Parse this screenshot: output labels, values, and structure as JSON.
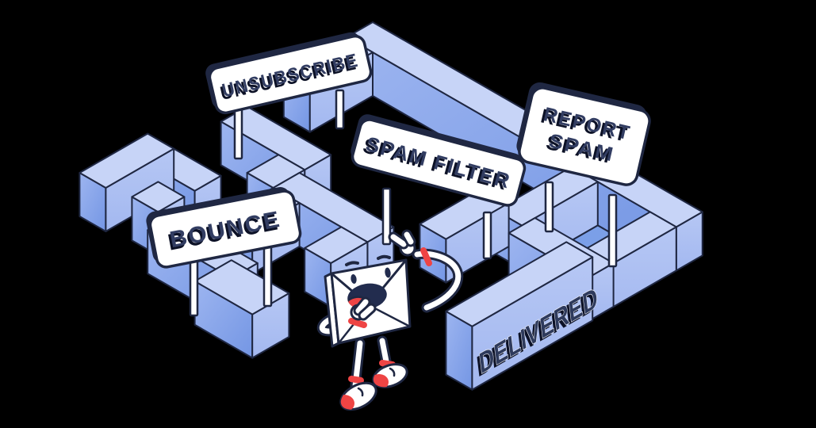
{
  "scene": {
    "signs": {
      "unsubscribe": "UNSUBSCRIBE",
      "bounce": "BOUNCE",
      "spam_filter": "SPAM FILTER",
      "report_spam_line1": "REPORT",
      "report_spam_line2": "SPAM",
      "delivered": "DELIVERED"
    },
    "colors": {
      "background": "#000000",
      "wall_top": "#c7d4f7",
      "wall_side_light": "#b0c2f3",
      "wall_side_medium": "#8aa6ec",
      "wall_inner": "#7b9fe8",
      "outline_navy": "#1f2742",
      "sign_background": "#ffffff",
      "sign_text_navy": "#323d62",
      "accent_red": "#ee4444"
    }
  }
}
